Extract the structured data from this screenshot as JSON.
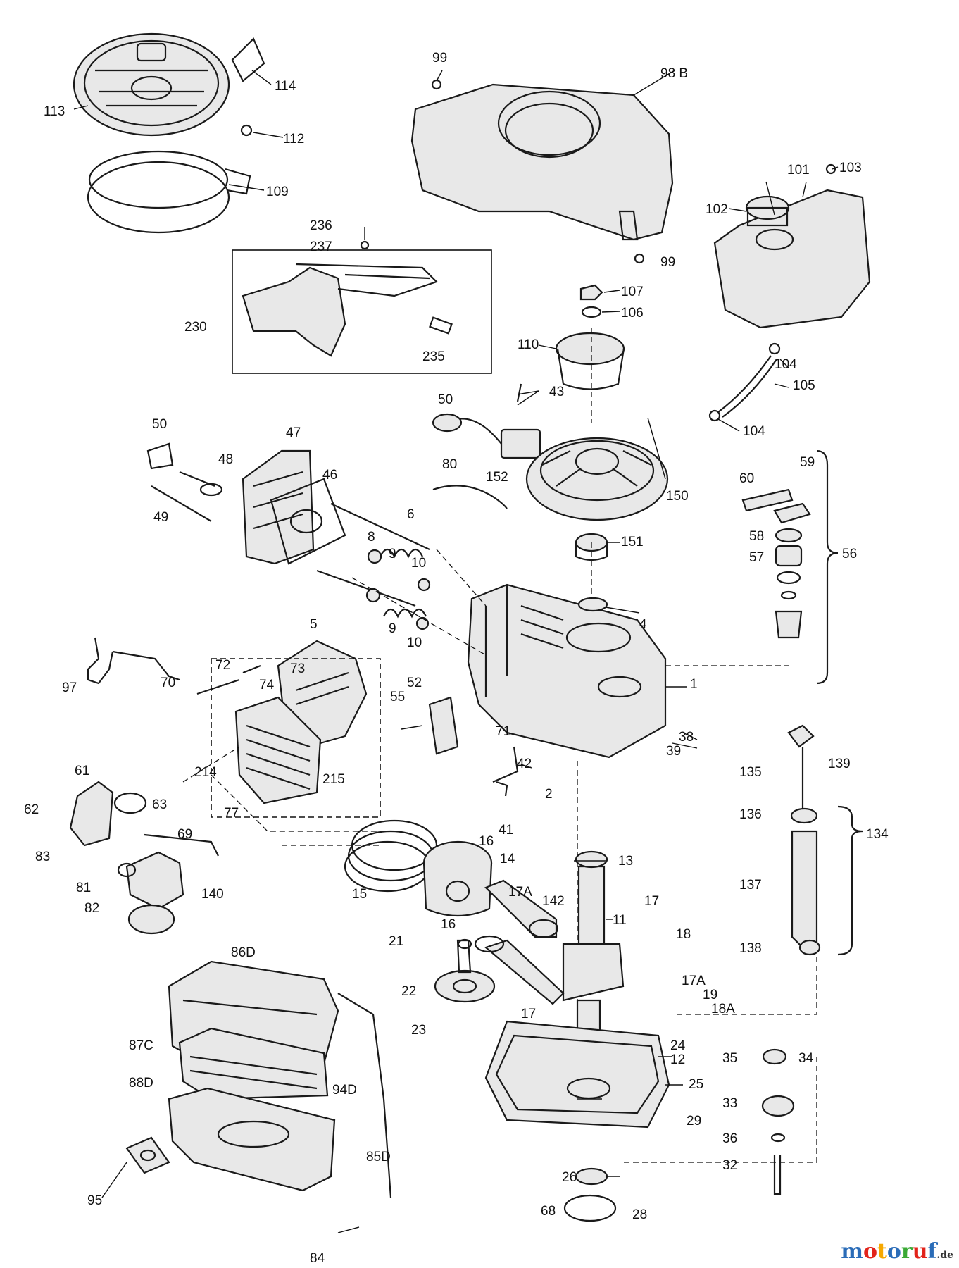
{
  "diagram": {
    "labels": [
      "99",
      "98 B",
      "114",
      "113",
      "112",
      "109",
      "236",
      "237",
      "230",
      "235",
      "99",
      "103",
      "101",
      "102",
      "107",
      "106",
      "110",
      "43",
      "50",
      "152",
      "104",
      "105",
      "104",
      "80",
      "150",
      "151",
      "59",
      "60",
      "58",
      "57",
      "56",
      "50",
      "48",
      "47",
      "46",
      "49",
      "6",
      "8",
      "9",
      "10",
      "5",
      "9",
      "10",
      "4",
      "1",
      "97",
      "70",
      "72",
      "74",
      "73",
      "52",
      "55",
      "71",
      "42",
      "2",
      "41",
      "38",
      "39",
      "214",
      "215",
      "77",
      "61",
      "63",
      "62",
      "69",
      "83",
      "81",
      "140",
      "82",
      "16",
      "14",
      "15",
      "13",
      "135",
      "139",
      "136",
      "134",
      "137",
      "138",
      "17A",
      "142",
      "11",
      "16",
      "21",
      "17",
      "18",
      "17A",
      "19",
      "18A",
      "22",
      "17",
      "23",
      "24",
      "12",
      "25",
      "29",
      "86D",
      "87C",
      "88D",
      "94D",
      "85D",
      "95",
      "84",
      "26",
      "28",
      "68",
      "35",
      "34",
      "33",
      "36",
      "32"
    ]
  },
  "watermark": {
    "text": "motoruf",
    "suffix": ".de",
    "colors": [
      "#2a6cb8",
      "#e2231a",
      "#f6a800",
      "#2a6cb8",
      "#3aa935",
      "#e2231a",
      "#2a6cb8"
    ]
  }
}
